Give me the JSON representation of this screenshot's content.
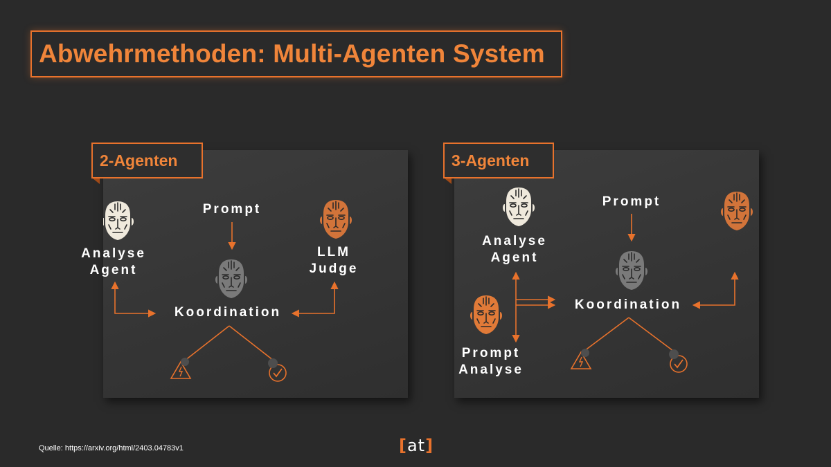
{
  "title": "Abwehrmethoden: Multi-Agenten System",
  "panels": {
    "two": {
      "tag": "2-Agenten",
      "labels": {
        "analyse_agent_1": "Analyse",
        "analyse_agent_2": "Agent",
        "prompt": "Prompt",
        "llm_judge_1": "LLM",
        "llm_judge_2": "Judge",
        "koordination": "Koordination"
      }
    },
    "three": {
      "tag": "3-Agenten",
      "labels": {
        "analyse_agent_1": "Analyse",
        "analyse_agent_2": "Agent",
        "prompt": "Prompt",
        "koordination": "Koordination",
        "prompt_analyse_1": "Prompt",
        "prompt_analyse_2": "Analyse"
      }
    }
  },
  "source": "Quelle: https://arxiv.org/html/2403.04783v1",
  "logo": {
    "left": "[",
    "text": "at",
    "right": "]"
  },
  "colors": {
    "accent": "#e8722c",
    "face_light": "#efe9dc",
    "face_gray": "#7a7a7a",
    "face_orange": "#d2743a",
    "background": "#2a2a2a"
  },
  "icons": [
    "robot-face-icon",
    "warning-icon",
    "check-circle-icon"
  ]
}
